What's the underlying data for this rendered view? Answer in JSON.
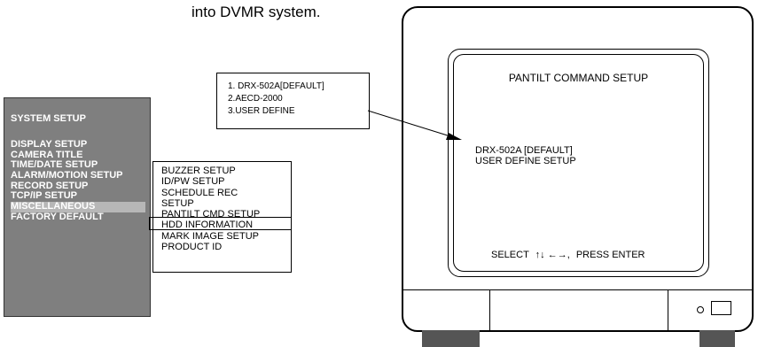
{
  "caption": "into DVMR system.",
  "system_menu": {
    "title": "SYSTEM SETUP",
    "items": [
      {
        "label": "DISPLAY SETUP",
        "selected": false
      },
      {
        "label": "CAMERA TITLE",
        "selected": false
      },
      {
        "label": "TIME/DATE SETUP",
        "selected": false
      },
      {
        "label": "ALARM/MOTION SETUP",
        "selected": false
      },
      {
        "label": "RECORD SETUP",
        "selected": false
      },
      {
        "label": "TCP/IP SETUP",
        "selected": false
      },
      {
        "label": "MISCELLANEOUS",
        "selected": true
      },
      {
        "label": "FACTORY DEFAULT",
        "selected": false
      }
    ]
  },
  "misc_menu": {
    "items": [
      {
        "label": "BUZZER SETUP",
        "selected": false
      },
      {
        "label": "ID/PW SETUP",
        "selected": false
      },
      {
        "label": "SCHEDULE REC",
        "selected": false
      },
      {
        "label": "SETUP",
        "selected": false
      },
      {
        "label": "PANTILT CMD SETUP",
        "selected": true
      },
      {
        "label": "HDD INFORMATION",
        "selected": false
      },
      {
        "label": "MARK IMAGE SETUP",
        "selected": false
      },
      {
        "label": "PRODUCT ID",
        "selected": false
      }
    ]
  },
  "options_box": {
    "items": [
      "1. DRX-502A[DEFAULT]",
      "2.AECD-2000",
      "3.USER DEFINE"
    ]
  },
  "screen": {
    "title": "PANTILT COMMAND SETUP",
    "options": [
      "DRX-502A [DEFAULT]",
      "USER DEFINE SETUP"
    ],
    "footer_select": "SELECT",
    "footer_nav": "↑↓ ←→,",
    "footer_enter": "PRESS  ENTER"
  },
  "colors": {
    "panel_grey": "#7f7f7f",
    "highlight_grey": "#b7b7b7"
  },
  "icons": {
    "arrow": "arrow-right-icon",
    "power_led": "power-led-icon",
    "power_button": "power-button-icon"
  }
}
